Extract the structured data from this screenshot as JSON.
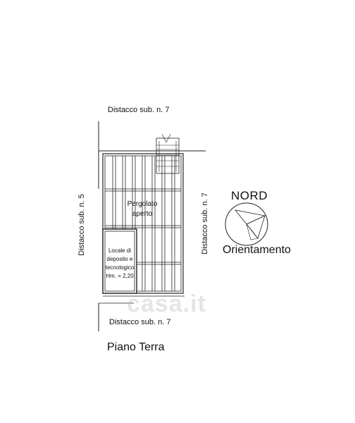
{
  "labels": {
    "top": "Distacco sub. n. 7",
    "bottom": "Distacco sub. n. 7",
    "left": "Distacco sub. n. 5",
    "right": "Distacco sub. n. 7",
    "pergola": [
      "Pergolato",
      "aperto"
    ],
    "locale": [
      "Locale di",
      "deposito e",
      "tecnologico",
      "Hm. = 2,20"
    ],
    "nord": "NORD",
    "orientation": "Orientamento",
    "floor": "Piano Terra",
    "watermark": "casa.it"
  },
  "colors": {
    "line": "#222222",
    "watermark": "#bbbbbb"
  }
}
